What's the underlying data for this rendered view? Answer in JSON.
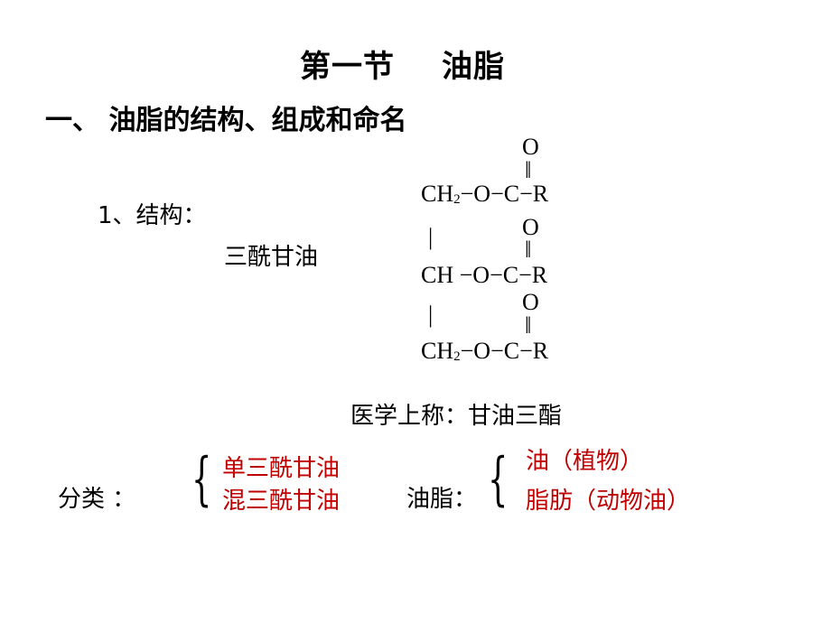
{
  "title": {
    "part1": "第一节",
    "part2": "油脂"
  },
  "section_heading": "一、 油脂的结构、组成和命名",
  "structure": {
    "label": "1、结构：",
    "name": "三酰甘油",
    "formula": {
      "carbonyl_o": "O",
      "double_bond": "‖",
      "vertical_bond": "|",
      "row1_ch": "CH",
      "row1_sub": "2",
      "row1_tail": "−O−C−R",
      "row2_ch": "CH ",
      "row2_tail": "−O−C−R",
      "row3_ch": "CH",
      "row3_sub": "2",
      "row3_tail": "−O−C−R"
    },
    "medical_name": "医学上称：甘油三酯"
  },
  "classification": {
    "label": "分类 ：",
    "brace": "{",
    "items": [
      "单三酰甘油",
      "混三酰甘油"
    ]
  },
  "fats": {
    "label": "油脂：",
    "brace": "{",
    "items": [
      "油（植物）",
      "脂肪（动物油）"
    ]
  },
  "colors": {
    "accent_red": "#c00000",
    "text": "#000000"
  }
}
